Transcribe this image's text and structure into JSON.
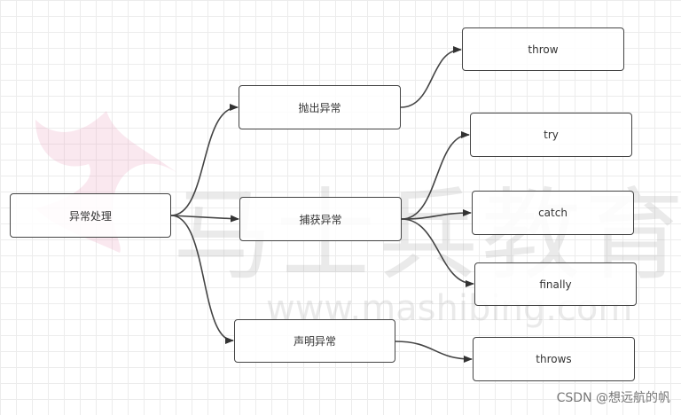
{
  "watermark": {
    "brand": "马士兵教育",
    "url": "www.mashibing.com"
  },
  "nodes": {
    "root": "异常处理",
    "throw_group": "抛出异常",
    "catch_group": "捕获异常",
    "declare_group": "声明异常",
    "throw": "throw",
    "try": "try",
    "catch": "catch",
    "finally": "finally",
    "throws": "throws"
  },
  "edges": [
    [
      "root",
      "throw_group"
    ],
    [
      "root",
      "catch_group"
    ],
    [
      "root",
      "declare_group"
    ],
    [
      "throw_group",
      "throw"
    ],
    [
      "catch_group",
      "try"
    ],
    [
      "catch_group",
      "catch"
    ],
    [
      "catch_group",
      "finally"
    ],
    [
      "declare_group",
      "throws"
    ]
  ],
  "credit": "CSDN @想远航的帆",
  "colors": {
    "stroke": "#444444",
    "grid": "#ececec"
  }
}
